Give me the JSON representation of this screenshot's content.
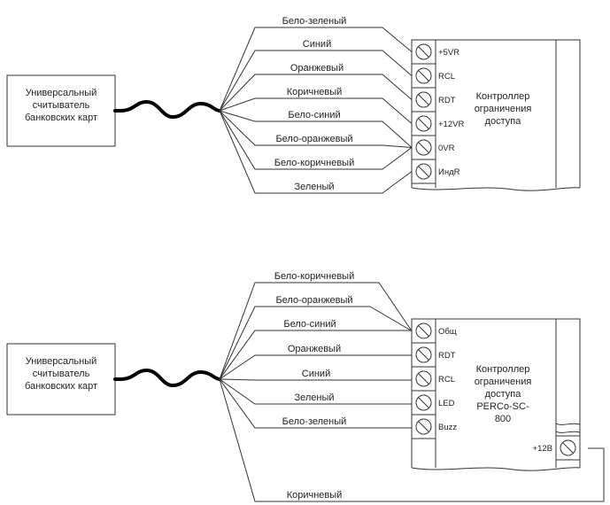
{
  "diagrams": [
    {
      "reader": {
        "lines": [
          "Универсальный",
          "считыватель",
          "банковских карт"
        ]
      },
      "controller": {
        "lines": [
          "Контроллер",
          "ограничения",
          "доступа"
        ]
      },
      "wires": [
        {
          "label": "Бело-зеленый",
          "terminal": 0
        },
        {
          "label": "Синий",
          "terminal": 1
        },
        {
          "label": "Оранжевый",
          "terminal": 2
        },
        {
          "label": "Коричневый",
          "terminal": 3
        },
        {
          "label": "Бело-синий",
          "terminal": 4
        },
        {
          "label": "Бело-оранжевый",
          "terminal": 4
        },
        {
          "label": "Бело-коричневый",
          "terminal": 4
        },
        {
          "label": "Зеленый",
          "terminal": 5
        }
      ],
      "terminals": [
        "+5VR",
        "RCL",
        "RDT",
        "+12VR",
        "0VR",
        "ИндR"
      ]
    },
    {
      "reader": {
        "lines": [
          "Универсальный",
          "считыватель",
          "банковских карт"
        ]
      },
      "controller": {
        "lines": [
          "Контроллер",
          "ограничения",
          "доступа",
          "PERCo-SC-",
          "800"
        ]
      },
      "wires": [
        {
          "label": "Бело-коричневый",
          "terminal": 0
        },
        {
          "label": "Бело-оранжевый",
          "terminal": 0
        },
        {
          "label": "Бело-синий",
          "terminal": 0
        },
        {
          "label": "Оранжевый",
          "terminal": 1
        },
        {
          "label": "Синий",
          "terminal": 2
        },
        {
          "label": "Зеленый",
          "terminal": 3
        },
        {
          "label": "Бело-зеленый",
          "terminal": 4
        },
        {
          "label": "Коричневый",
          "terminal": "power"
        }
      ],
      "terminals": [
        "Общ",
        "RDT",
        "RCL",
        "LED",
        "Buzz"
      ],
      "power_terminal": "+12В"
    }
  ]
}
